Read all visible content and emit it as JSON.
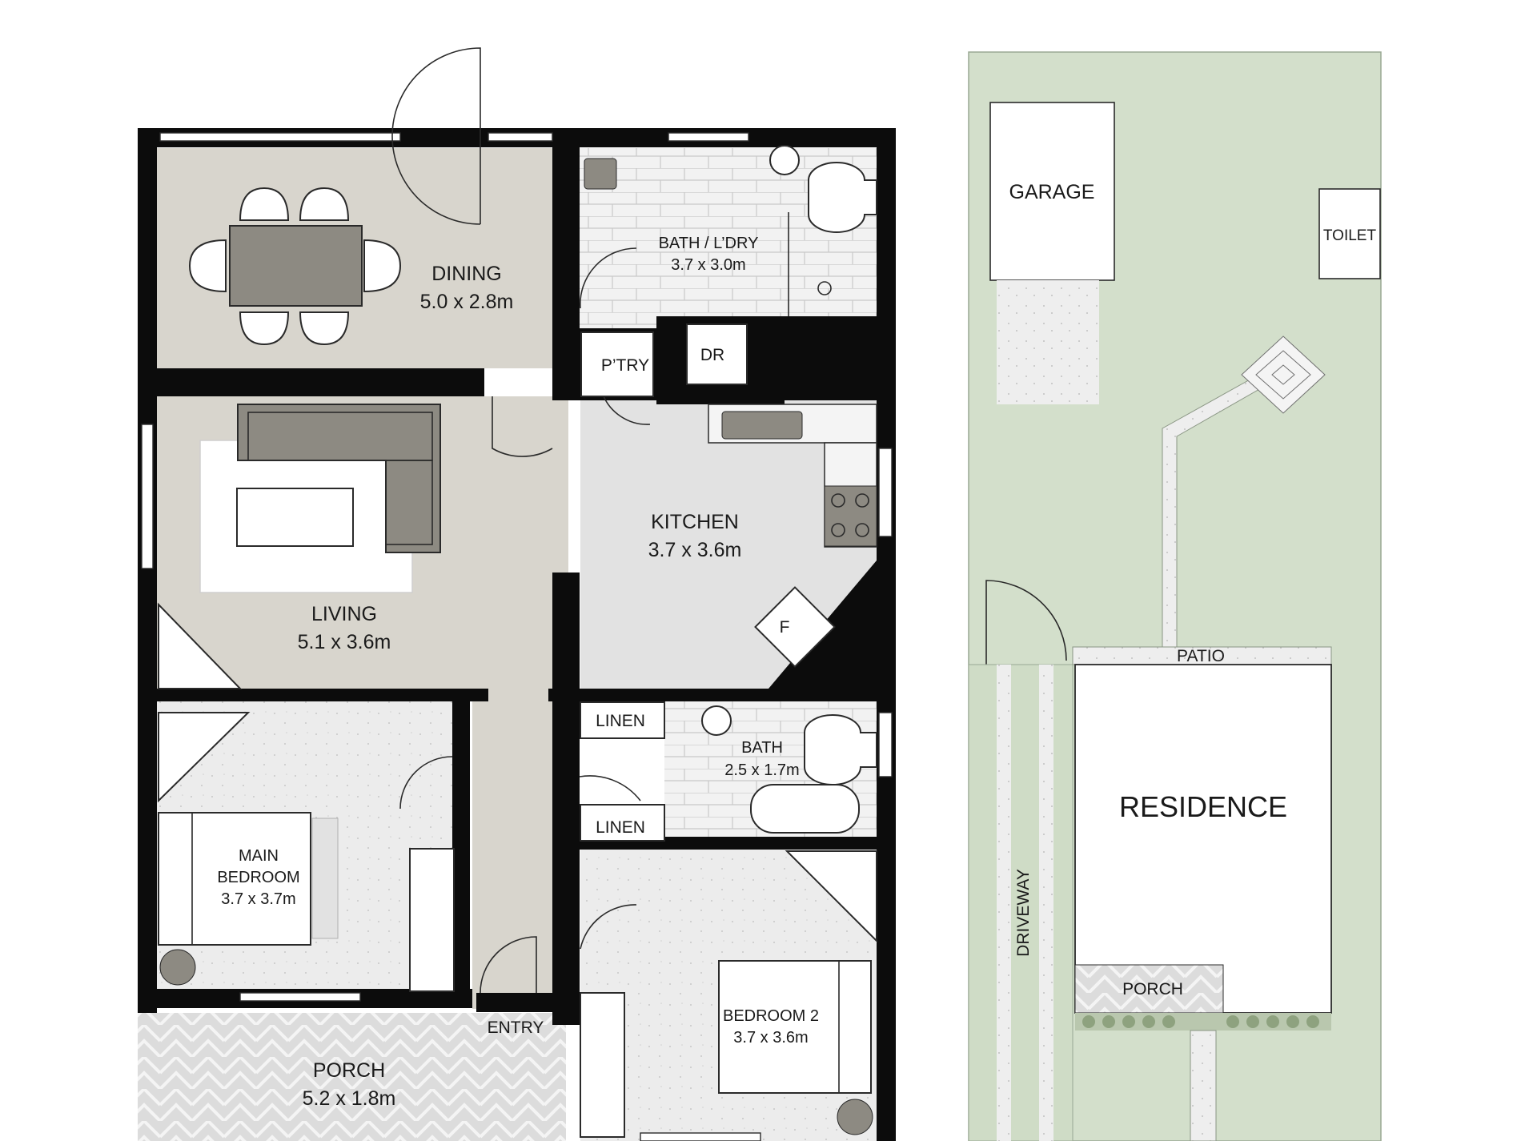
{
  "floor_plan": {
    "rooms": {
      "dining": {
        "name": "DINING",
        "size": "5.0 x 2.8m"
      },
      "bath_laundry": {
        "name": "BATH / L’DRY",
        "size": "3.7 x 3.0m"
      },
      "pantry": {
        "name": "P’TRY"
      },
      "dryer": {
        "name": "DR"
      },
      "living": {
        "name": "LIVING",
        "size": "5.1 x 3.6m"
      },
      "kitchen": {
        "name": "KITCHEN",
        "size": "3.7 x 3.6m"
      },
      "fridge": {
        "name": "F"
      },
      "linen_top": {
        "name": "LINEN"
      },
      "linen_bottom": {
        "name": "LINEN"
      },
      "bath": {
        "name": "BATH",
        "size": "2.5 x 1.7m"
      },
      "main_bedroom": {
        "name_line1": "MAIN",
        "name_line2": "BEDROOM",
        "size": "3.7 x 3.7m"
      },
      "bedroom2": {
        "name": "BEDROOM 2",
        "size": "3.7 x 3.6m"
      },
      "entry": {
        "name": "ENTRY"
      },
      "porch": {
        "name": "PORCH",
        "size": "5.2 x 1.8m"
      }
    }
  },
  "site_plan": {
    "garage": "GARAGE",
    "toilet": "TOILET",
    "patio": "PATIO",
    "residence": "RESIDENCE",
    "driveway": "DRIVEWAY",
    "porch": "PORCH"
  },
  "colors": {
    "wall": "#0c0c0c",
    "living_floor": "#d8d5cd",
    "bedroom_floor": "#e9e9e9",
    "wet_floor": "#f0f0f0",
    "lawn": "#d3dfcb",
    "furniture_grey": "#8d8a82"
  }
}
